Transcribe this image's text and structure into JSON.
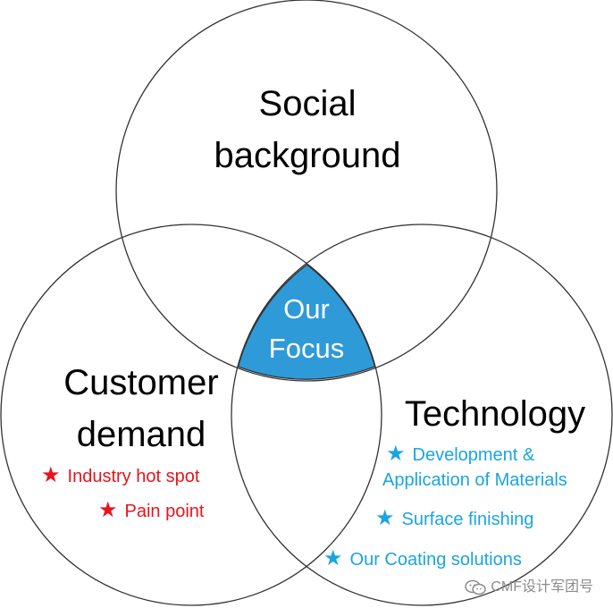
{
  "circles": {
    "top": {
      "label_line1": "Social",
      "label_line2": "background"
    },
    "left": {
      "label_line1": "Customer",
      "label_line2": "demand"
    },
    "right": {
      "label": "Technology"
    }
  },
  "center": {
    "line1": "Our",
    "line2": "Focus",
    "fill": "#2e9ad8"
  },
  "customer_items": [
    {
      "text": "Industry hot spot"
    },
    {
      "text": "Pain point"
    }
  ],
  "technology_items": [
    {
      "line1": "Development &",
      "line2": "Application of Materials"
    },
    {
      "text": "Surface finishing"
    },
    {
      "text": "Our Coating solutions"
    }
  ],
  "colors": {
    "red_star": "#e8141b",
    "blue_star": "#1aa5e0",
    "outline": "#333333"
  },
  "icons": {
    "star": "★",
    "watermark": "wechat-icon"
  },
  "watermark": "CMF设计军团号"
}
